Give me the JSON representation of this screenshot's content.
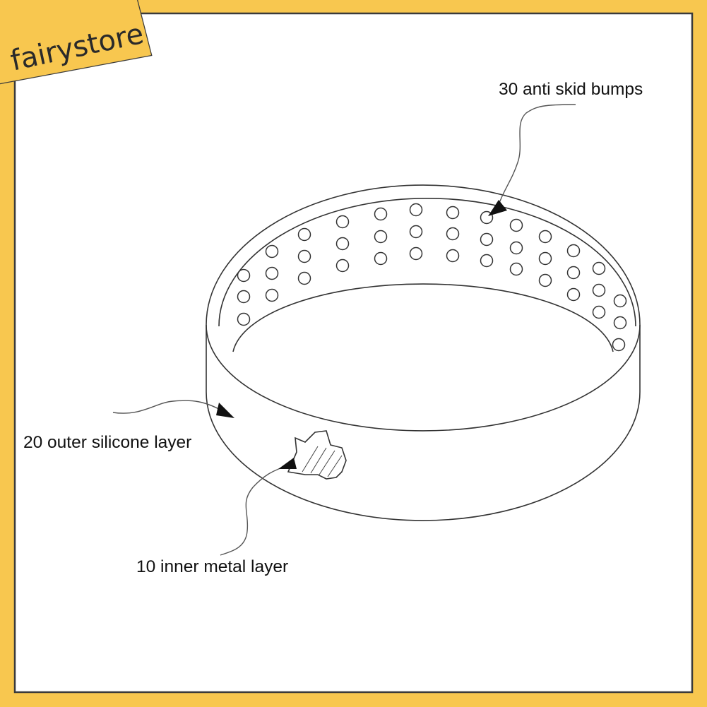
{
  "brand": {
    "label": "fairystore"
  },
  "labels": {
    "anti_skid": "30 anti skid bumps",
    "outer_layer": "20 outer silicone layer",
    "inner_layer": "10 inner metal layer"
  },
  "colors": {
    "frame": "#f8c74f",
    "panel": "#ffffff",
    "panel_border": "#3a3a3a",
    "line": "#333333",
    "text": "#111111"
  }
}
